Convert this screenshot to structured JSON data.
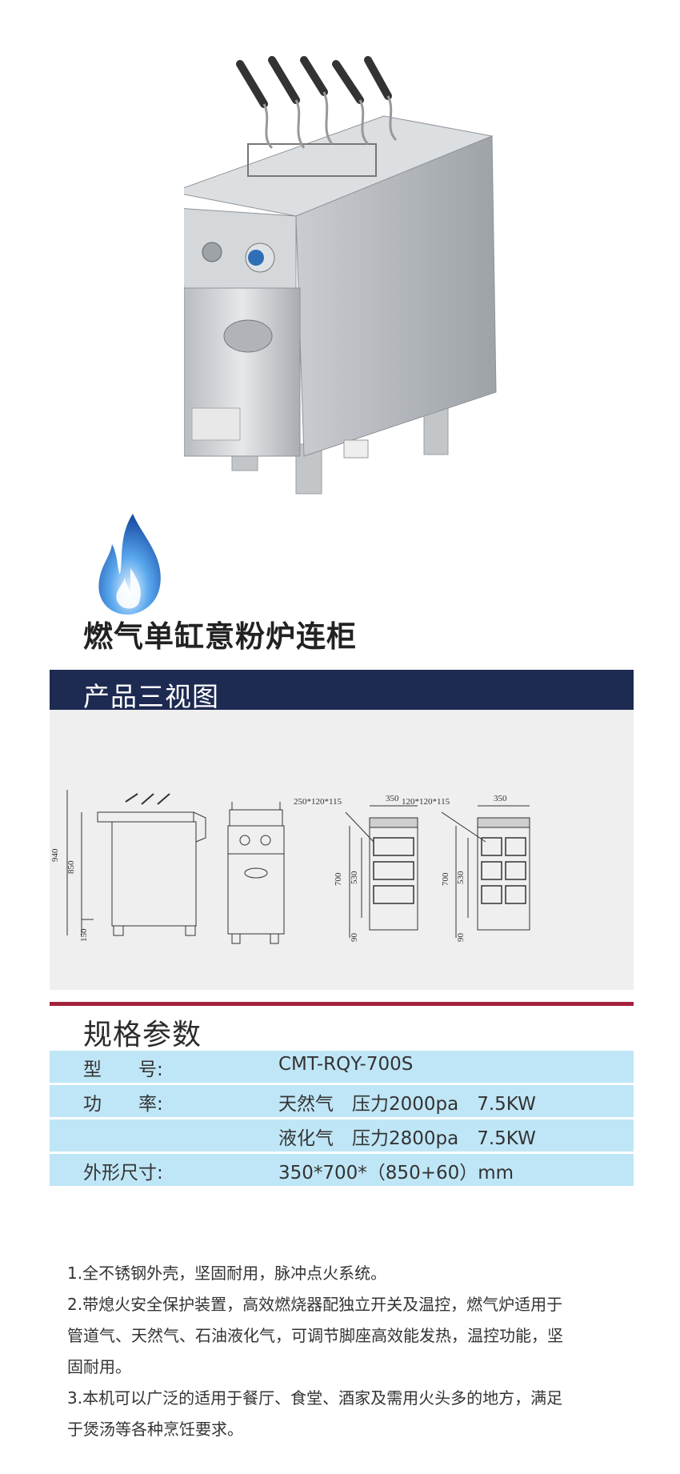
{
  "product_title": "燃气单缸意粉炉连柜",
  "views_section": {
    "title": "产品三视图",
    "side_view": {
      "dimensions": [
        "940",
        "850",
        "150"
      ]
    },
    "top_view_1": {
      "basket_spec": "250*120*115",
      "width": "350",
      "heights": [
        "700",
        "530",
        "90"
      ]
    },
    "top_view_2": {
      "basket_spec": "120*120*115",
      "width": "350",
      "heights": [
        "700",
        "530",
        "90"
      ]
    }
  },
  "specs_section": {
    "title": "规格参数",
    "rows": [
      {
        "label": "型　　号:",
        "value": "CMT-RQY-700S"
      },
      {
        "label": "功　　率:",
        "value": "天然气　压力2000pa　7.5KW"
      },
      {
        "label": "",
        "value": "液化气　压力2800pa　7.5KW"
      },
      {
        "label": "外形尺寸:",
        "value": "350*700*（850+60）mm"
      }
    ]
  },
  "features": [
    "1.全不锈钢外壳，坚固耐用，脉冲点火系统。",
    "2.带熄火安全保护装置，高效燃烧器配独立开关及温控，燃气炉适用于",
    "管道气、天然气、石油液化气，可调节脚座高效能发热，温控功能，坚",
    "固耐用。",
    "3.本机可以广泛的适用于餐厅、食堂、酒家及需用火头多的地方，满足",
    "于煲汤等各种烹饪要求。"
  ],
  "colors": {
    "header_navy": "#1d2a52",
    "accent_red": "#a3213a",
    "spec_row_blue": "#bfe6f6",
    "flame_blue": "#1e5fb8"
  }
}
